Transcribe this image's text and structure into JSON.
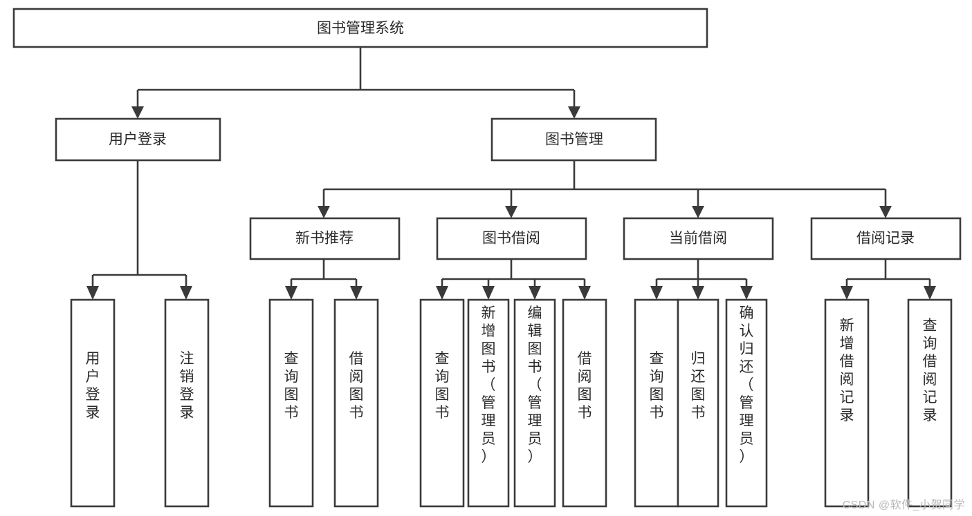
{
  "diagram": {
    "type": "tree-hierarchy-chart",
    "title": "图书管理系统",
    "watermark": "CSDN @软件_小贺同学",
    "colors": {
      "stroke": "#3a3a3a",
      "box_fill": "#ffffff",
      "text": "#2b2b2b",
      "background": "#ffffff",
      "watermark": "#b9b9b9"
    },
    "levels": [
      {
        "level": 1,
        "nodes": [
          {
            "id": "root",
            "label": "图书管理系统",
            "orientation": "horizontal"
          }
        ]
      },
      {
        "level": 2,
        "nodes": [
          {
            "id": "login",
            "label": "用户登录",
            "orientation": "horizontal",
            "parent": "root"
          },
          {
            "id": "bookmgmt",
            "label": "图书管理",
            "orientation": "horizontal",
            "parent": "root"
          }
        ]
      },
      {
        "level": 3,
        "nodes": [
          {
            "id": "newbook",
            "label": "新书推荐",
            "orientation": "horizontal",
            "parent": "bookmgmt"
          },
          {
            "id": "borrow",
            "label": "图书借阅",
            "orientation": "horizontal",
            "parent": "bookmgmt"
          },
          {
            "id": "current",
            "label": "当前借阅",
            "orientation": "horizontal",
            "parent": "bookmgmt"
          },
          {
            "id": "records",
            "label": "借阅记录",
            "orientation": "horizontal",
            "parent": "bookmgmt"
          }
        ]
      },
      {
        "level": 4,
        "nodes": [
          {
            "id": "leaf-user-login",
            "label": "用户登录",
            "orientation": "vertical",
            "parent": "login"
          },
          {
            "id": "leaf-user-logout",
            "label": "注销登录",
            "orientation": "vertical",
            "parent": "login"
          },
          {
            "id": "leaf-query-book-1",
            "label": "查询图书",
            "orientation": "vertical",
            "parent": "newbook"
          },
          {
            "id": "leaf-borrow-book-1",
            "label": "借阅图书",
            "orientation": "vertical",
            "parent": "newbook"
          },
          {
            "id": "leaf-query-book-2",
            "label": "查询图书",
            "orientation": "vertical",
            "parent": "borrow"
          },
          {
            "id": "leaf-add-book",
            "label": "新增图书（管理员）",
            "orientation": "vertical",
            "parent": "borrow"
          },
          {
            "id": "leaf-edit-book",
            "label": "编辑图书（管理员）",
            "orientation": "vertical",
            "parent": "borrow"
          },
          {
            "id": "leaf-borrow-book-2",
            "label": "借阅图书",
            "orientation": "vertical",
            "parent": "borrow"
          },
          {
            "id": "leaf-query-book-3",
            "label": "查询图书",
            "orientation": "vertical",
            "parent": "current"
          },
          {
            "id": "leaf-return-book",
            "label": "归还图书",
            "orientation": "vertical",
            "parent": "current"
          },
          {
            "id": "leaf-confirm-return",
            "label": "确认归还（管理员）",
            "orientation": "vertical",
            "parent": "current"
          },
          {
            "id": "leaf-add-record",
            "label": "新增借阅记录",
            "orientation": "vertical",
            "parent": "records"
          },
          {
            "id": "leaf-query-record",
            "label": "查询借阅记录",
            "orientation": "vertical",
            "parent": "records"
          }
        ]
      }
    ]
  }
}
